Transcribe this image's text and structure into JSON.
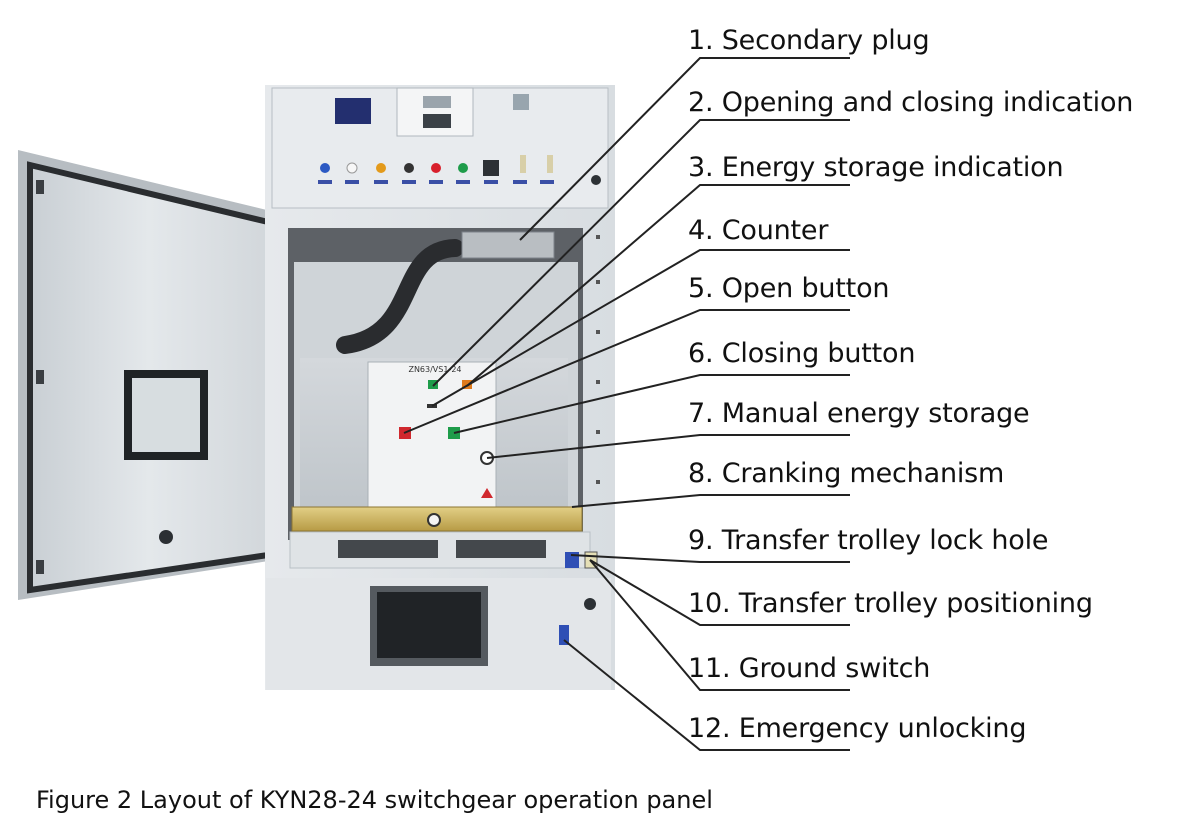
{
  "callouts": [
    {
      "label": "1. Secondary plug"
    },
    {
      "label": "2. Opening and closing indication"
    },
    {
      "label": "3. Energy storage indication"
    },
    {
      "label": "4. Counter"
    },
    {
      "label": "5. Open button"
    },
    {
      "label": "6. Closing button"
    },
    {
      "label": "7. Manual energy storage"
    },
    {
      "label": "8. Cranking mechanism"
    },
    {
      "label": "9. Transfer trolley lock hole"
    },
    {
      "label": "10. Transfer trolley positioning"
    },
    {
      "label": "11. Ground switch"
    },
    {
      "label": "12. Emergency unlocking"
    }
  ],
  "panel_marking": "ZN63/VS1-24",
  "caption": "Figure 2 Layout of KYN28-24 switchgear operation panel"
}
